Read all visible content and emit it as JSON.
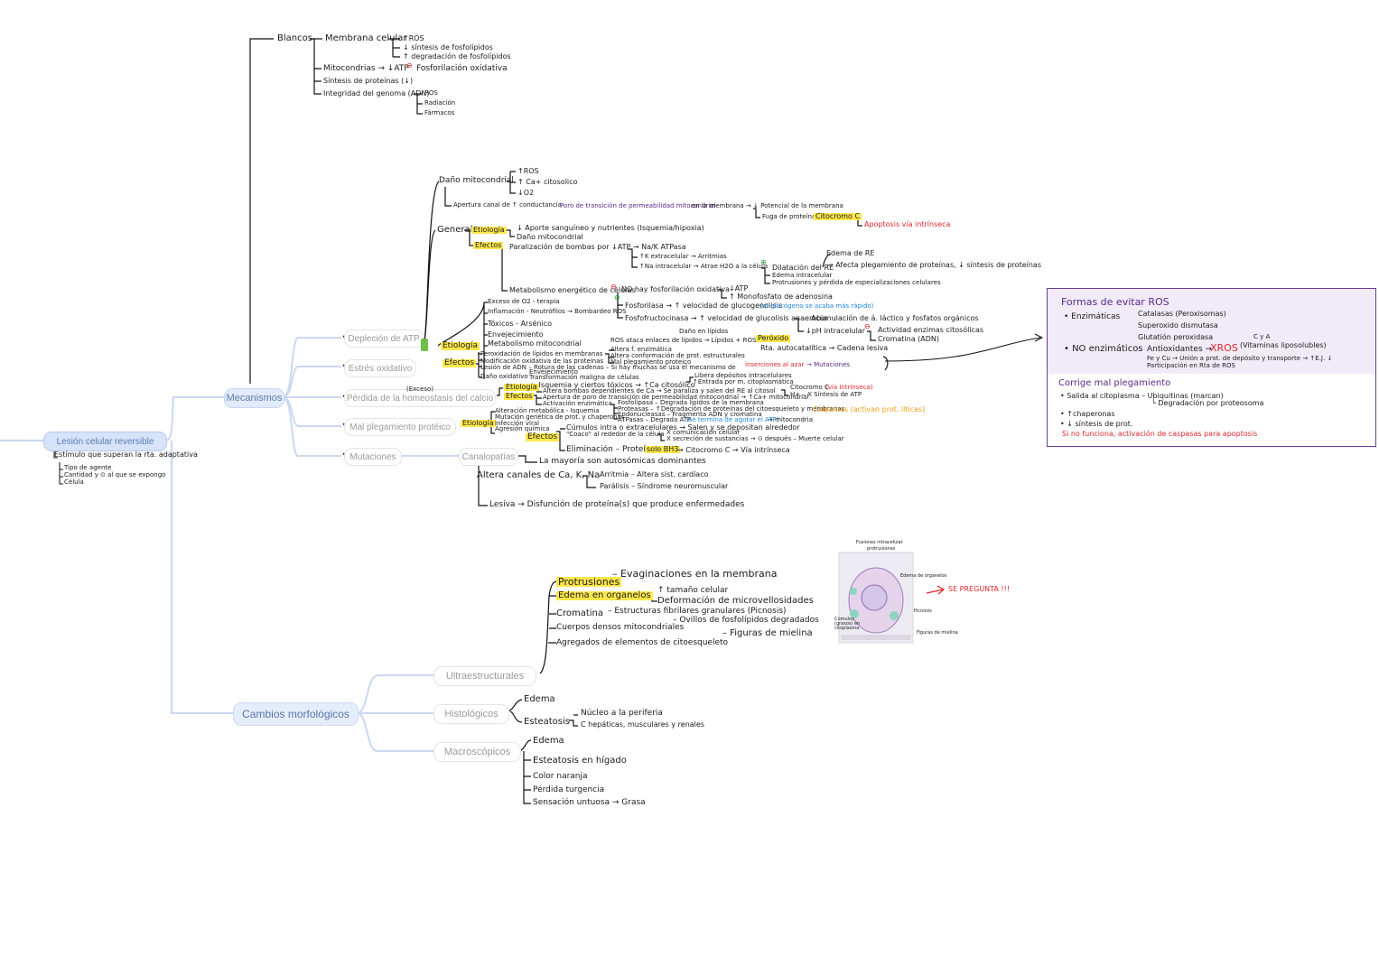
{
  "root": {
    "label": "Lesión celular reversible",
    "note": "Estímulo que superan la rta. adaptativa",
    "sub": [
      "Tipo de agente",
      "Cantidad y ⊙ al que se expongo",
      "Célula"
    ]
  },
  "blancos": {
    "label": "Blancos",
    "membrana": {
      "label": "Membrana celular",
      "items": [
        "↑ROS",
        "↓ síntesis de fosfolípidos",
        "↑ degradación de fosfolípidos"
      ]
    },
    "mitocondrias": {
      "label": "Mitocondrias → ↓ATP",
      "extra": "Fosforilación oxidativa"
    },
    "sintesis": "Síntesis de proteínas (↓)",
    "integridad": {
      "label": "Integridad del genoma (ADN)",
      "items": [
        "ROS",
        "Radiación",
        "Fármacos"
      ]
    }
  },
  "mecanismos": {
    "label": "Mecanismos",
    "children": [
      "Depleción de ATP",
      "Estrés oxidativo",
      "Pérdida de la homeostasis del calcio",
      "Mal plegamiento protéico",
      "Mutaciones"
    ],
    "calcio_tag": "(Exceso)"
  },
  "danio_mito": {
    "label": "Daño mitocondrial",
    "items": [
      "↑ROS",
      "↑ Ca+ citosolico",
      "↓O2"
    ],
    "apertura": "Apertura canal de ↑ conductancia",
    "poro": "Poro de transición de permeabilidad mitocondrial",
    "poro_tail": "en la membrana → ↓ Potencial de la membrana",
    "fuga": "Fuga de proteínas –",
    "citocromo": "Citocromo C",
    "apoptosis": "Apoptosis vía intrínseca"
  },
  "general": {
    "label": "General",
    "etiologia": "Etiología",
    "etio_items": [
      "↓ Aporte sanguíneo y nutrientes (Isquemia/hipoxia)",
      "Daño mitocondrial"
    ],
    "efectos": "Efectos",
    "paralizacion": "Paralización de bombas por ↓ATP → Na/K ATPasa",
    "k_line": "↑K extracelular → Arritmias",
    "na_line": "↑Na intracelular → Atrae H2O a la célula",
    "dilat": [
      "Dilatación del RE",
      "Edema intracelular",
      "Protrusiones y pérdida de especializaciones celulares"
    ],
    "edema_re": "Edema de RE",
    "apeta": "→ Afecta plegamiento de proteínas, ↓ síntesis de proteínas",
    "metab": "Metabolismo energético de células",
    "no_fosf": "NO hay fosforilación oxidativa",
    "atp_items": [
      "↓ATP",
      "↑ Monofosfato de adenosina"
    ],
    "fosforilasa": "Fosforilasa → ↑ velocidad de glucogenolisis",
    "glucogeno": "(el glucógeno se acaba más rápido)",
    "fosfofructo": "Fosfofructocinasa → ↑ velocidad de glucolisis anaerobia",
    "acumulacion": "Acumulación de á. láctico y fosfatos orgánicos",
    "ph": "↓pH intracelular",
    "actividad": "Actividad enzimas citosólicas",
    "cromatina": "Cromatina (ADN)"
  },
  "estres": {
    "etiologia": "Etiología",
    "etio_items": [
      "Exceso de O2 - terapia",
      "Inflamación - Neutrófilos → Bombardeo ROS",
      "Tóxicos - Arsénico",
      "Envejecimiento",
      "Metabolismo mitocondrial"
    ],
    "efectos": "Efectos",
    "ef_items": [
      "Peroxidación de lípidos en membranas",
      "Modificación oxidativa de las proteínas",
      "Lesión de ADN – Rotura de las cadenas – Si hay muchas se usa el mecanismo de",
      "Daño oxidativo"
    ],
    "ros_ataca": "ROS ataca enlaces de lípidos → Lípidos + ROS →",
    "peroxido": "Peróxido",
    "dano_lipidos": "Daño en lípidos",
    "rta": "Rta. autocatalítica → Cadena lesiva",
    "altera": [
      "Altera f. enzimática",
      "Altera conformación de prot. estructurales",
      "Mal plegamiento proteico"
    ],
    "inserciones": "inserciones al azar",
    "mutaciones": "→ Mutaciones",
    "envej": "Envejecimiento",
    "transf": "Transformación maligna de células"
  },
  "calcio": {
    "etiologia": "Etiología",
    "etio_text": "– Isquemia y ciertos tóxicos → ↑Ca citosólico",
    "libera": "Libera depósitos intracelulares",
    "entrada": "↑Entrada por m. citoplasmática",
    "efectos": "Efectos",
    "ef_items": [
      "Altera bombas dependientes de Ca → Se paraliza y salen del RE al citosol",
      "Apertura de poro de transición de permeabilidad mitocondrial → ↑Ca+ mitocondrial",
      "Activación enzimática"
    ],
    "citocromo": "Citocromo C",
    "via": "(vía intrínseca)",
    "h": "H+ – X Síntesis de ATP",
    "enzimas": [
      "Fosfolipasa – Degrada lípidos de la membrana",
      "Proteasas – ↑Degradación de proteínas del citoesqueleto y membranas",
      "Endonucleasas – Fragmenta ADN y cromatina",
      "ATPasas – Degrada ATP"
    ],
    "atp_note": "(se termina de agotar el ATP)",
    "atp_tail": "→ mitocondria",
    "calpainas": "Calpainas (activan prot. líticas)"
  },
  "plegamiento": {
    "etiologia": "Etiología",
    "etio_items": [
      "Alteración metabólica - Isquemia",
      "Mutación genética de prot. y chaperonas",
      "Infección viral",
      "Agresión química"
    ],
    "efectos": "Efectos",
    "ef_items": [
      "Cúmulos intra o extracelulares → Salen y se depositan alrededor",
      "\"Coaco\" al rededor de la célula",
      "Eliminación – Proteína"
    ],
    "x_items": [
      "X comunicación celular",
      "X secreción de sustancias → ⊙ después – Muerte celular"
    ],
    "bh3": "solo BH3",
    "bh3_tail": "→ Citocromo C → Vía intrínseca"
  },
  "mutaciones": {
    "canalopatias": "Canalopatías",
    "mayoria": "La mayoría son autosómicas dominantes",
    "altera": "Altera canales de Ca, K, Na",
    "arritmia": "Arritmia – Altera sist. cardíaco",
    "paralisis": "Parálisis – Síndrome neuromuscular",
    "lesiva": "Lesiva → Disfunción de proteína(s) que produce enfermedades"
  },
  "ros_box": {
    "title": "Formas de evitar ROS",
    "enz": "• Enzimáticas",
    "enz_items": [
      "Catalasas (Peroxisomas)",
      "Superoxido dismutasa",
      "Glutatión peroxidasa"
    ],
    "noenz": "• NO enzimáticos",
    "antiox": "Antioxidantes →",
    "xros": "XROS",
    "vit": "(Vitaminas liposolubles)",
    "cye": "C y A",
    "fe": "Fe y Cu → Unión a prot. de depósito y transporte → ↑E.J. ↓ Participación en Rta de ROS"
  },
  "plega_box": {
    "title": "Corrige mal plegamiento",
    "items": [
      "• Salida al citoplasma – Ubiquitinas (marcan)",
      "└ Degradación por proteosoma",
      "• ↑chaperonas",
      "• ↓ síntesis de prot."
    ],
    "warn": "Si no funciona, activación de caspasas para apoptosis"
  },
  "morfo": {
    "label": "Cambios morfológicos",
    "children": [
      "Ultraestructurales",
      "Histológicos",
      "Macroscópicos"
    ],
    "ultra": [
      {
        "key": "Protrusiones",
        "text": "– Evaginaciones en la membrana",
        "hl": true
      },
      {
        "key": "Edema en organelos",
        "text": "",
        "hl": true
      },
      {
        "key": "Cromatina",
        "text": "– Estructuras fibrilares granulares (Picnosis)",
        "hl": false
      },
      {
        "key": "Cuerpos densos mitocondriales",
        "text": "– Ovillos de fosfolípidos degradados",
        "hl": false
      },
      {
        "key": "Agregados de elementos de citoesqueleto",
        "text": "– Figuras de mielina",
        "hl": false
      }
    ],
    "edema_items": [
      "↑ tamaño celular",
      "Deformación de microvellosidades"
    ],
    "histo": [
      "Edema",
      "Esteatosis"
    ],
    "esteatosis_items": [
      "Núcleo a la periferia",
      "C hepáticas, musculares y renales"
    ],
    "macro": [
      "Edema",
      "Esteatosis en hígado",
      "Color naranja",
      "Pérdida turgencia",
      "Sensación untuosa → Grasa"
    ]
  },
  "photo": {
    "labels": [
      "Fusiones intracelular",
      "protrusiones",
      "Edema de organelos",
      "Picnosis",
      "Cúmulos (grasos) en citoplasma",
      "Figuras de mielina"
    ],
    "warn": "SE PREGUNTA !!!"
  }
}
